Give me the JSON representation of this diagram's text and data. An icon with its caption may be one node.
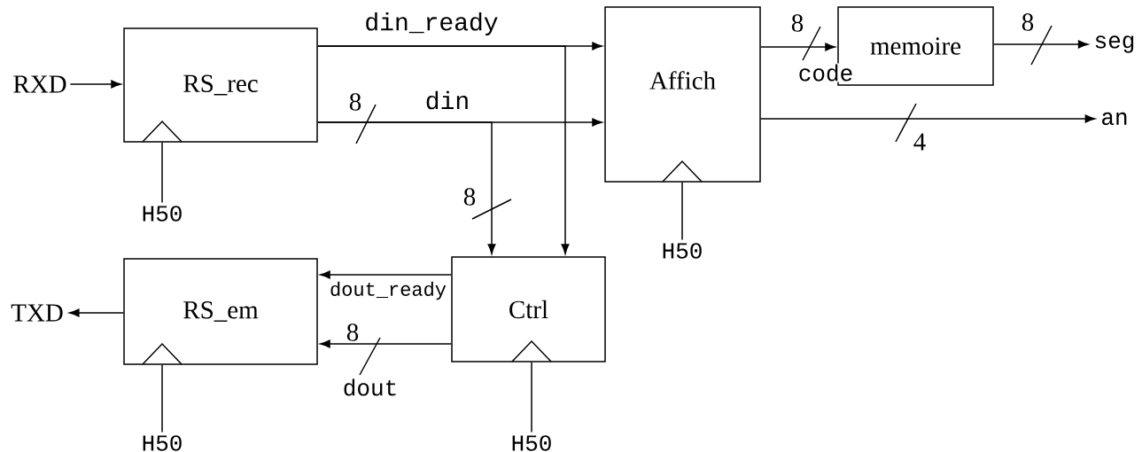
{
  "diagram": {
    "nodes": [
      {
        "text": [
          "RS_rec"
        ]
      },
      {
        "text": [
          "Affich"
        ]
      },
      {
        "text": [
          "memoire"
        ]
      },
      {
        "text": [
          "RS_em"
        ]
      },
      {
        "text": [
          "Ctrl"
        ]
      },
      {
        "text": [
          "RXD"
        ]
      },
      {
        "text": [
          "seg"
        ]
      },
      {
        "text": [
          "an"
        ]
      },
      {
        "text": [
          "TXD"
        ]
      },
      {
        "text": [
          "H50"
        ]
      },
      {
        "text": [
          "H50"
        ]
      },
      {
        "text": [
          "H50"
        ]
      },
      {
        "text": [
          "H50"
        ]
      }
    ],
    "edges": [
      {
        "from": 5,
        "to": 0,
        "arrow": "to"
      },
      {
        "from": 0,
        "to": 1,
        "arrow": "to",
        "label": "din_ready"
      },
      {
        "from": 0,
        "to": 1,
        "arrow": "to",
        "label": "din"
      },
      {
        "from": 0,
        "to": 4,
        "arrow": "to"
      },
      {
        "from": 0,
        "to": 4,
        "arrow": "to"
      },
      {
        "from": 1,
        "to": 2,
        "arrow": "to",
        "label": "code"
      },
      {
        "from": 2,
        "to": 6,
        "arrow": "to"
      },
      {
        "from": 1,
        "to": 7,
        "arrow": "to"
      },
      {
        "from": 4,
        "to": 3,
        "arrow": "to",
        "label": "dout_ready"
      },
      {
        "from": 4,
        "to": 3,
        "arrow": "to",
        "label": "dout"
      },
      {
        "from": 3,
        "to": 8,
        "arrow": "to"
      },
      {
        "from": 9,
        "to": 0,
        "arrow": "none"
      },
      {
        "from": 10,
        "to": 1,
        "arrow": "none"
      },
      {
        "from": 11,
        "to": 3,
        "arrow": "none"
      },
      {
        "from": 12,
        "to": 4,
        "arrow": "none"
      }
    ],
    "labels": [
      "8",
      "8",
      "8",
      "4",
      "8",
      "8"
    ]
  }
}
